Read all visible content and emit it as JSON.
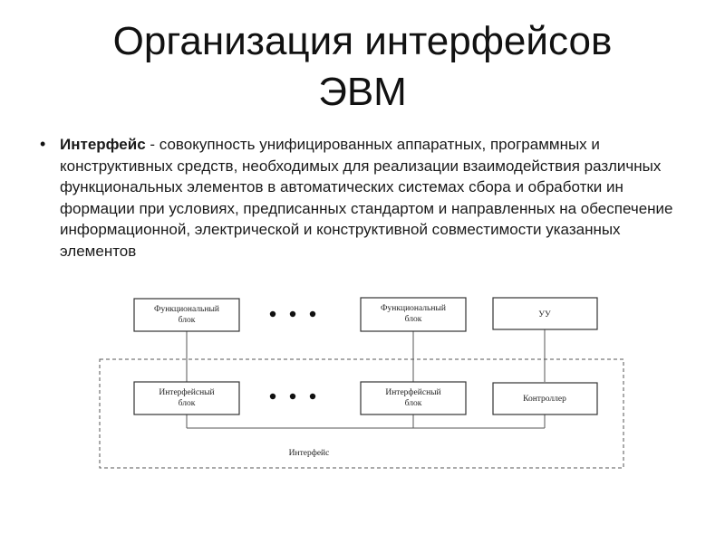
{
  "slide": {
    "title_line1": "Организация интерфейсов",
    "title_line2": "ЭВМ"
  },
  "definition": {
    "bullet": "•",
    "term": "Интерфейс",
    "text": " - совокупность унифицированных аппаратных, программных и конструктивных средств, необходимых для реализации взаимодействия различных функциональных элементов в автоматических системах сбора и обработки ин формации при условиях, предписанных стандартом и направленных на обеспечение информационной, электрической и конструктивной совместимости указанных элементов"
  },
  "diagram": {
    "top_row": {
      "block1": [
        "Функциональный",
        "блок"
      ],
      "block2": [
        "Функциональный",
        "блок"
      ],
      "control_unit": "УУ"
    },
    "bottom_row": {
      "block1": [
        "Интерфейсный",
        "блок"
      ],
      "block2": [
        "Интерфейсный",
        "блок"
      ],
      "controller": "Контроллер"
    },
    "interface_label": "Интерфейс"
  }
}
